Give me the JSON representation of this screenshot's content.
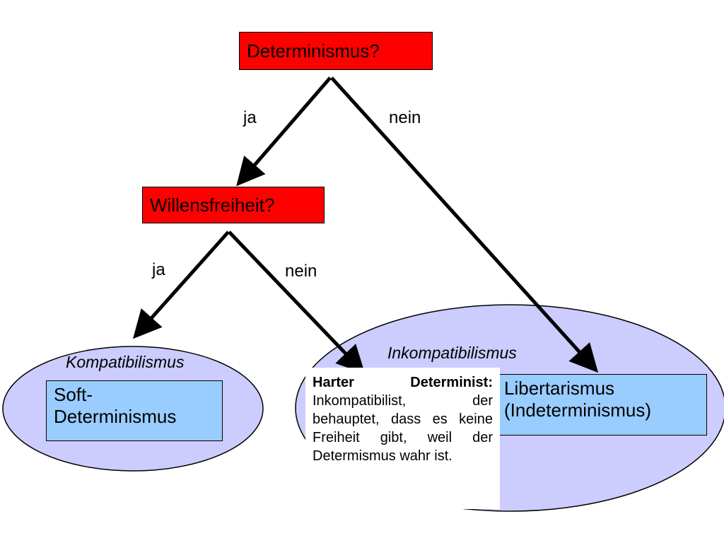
{
  "nodes": {
    "determinismus": "Determinismus?",
    "willensfreiheit": "Willensfreiheit?",
    "soft_determinismus": "Soft-Determinismus",
    "libertarismus_line1": "Libertarismus",
    "libertarismus_line2": "(Indeterminismus)"
  },
  "edges": {
    "ja_1": "ja",
    "nein_1": "nein",
    "ja_2": "ja",
    "nein_2": "nein"
  },
  "groups": {
    "kompatibilismus": "Kompatibilismus",
    "inkompatibilismus": "Inkompatibilismus"
  },
  "note": {
    "title": "Harter Determinist:",
    "text": "Inkompatibilist, der behauptet, dass es keine Freiheit gibt, weil der Determismus wahr ist."
  },
  "colors": {
    "question_box": "#ff0000",
    "answer_box": "#99ccff",
    "oval_fill": "#ccccff"
  }
}
